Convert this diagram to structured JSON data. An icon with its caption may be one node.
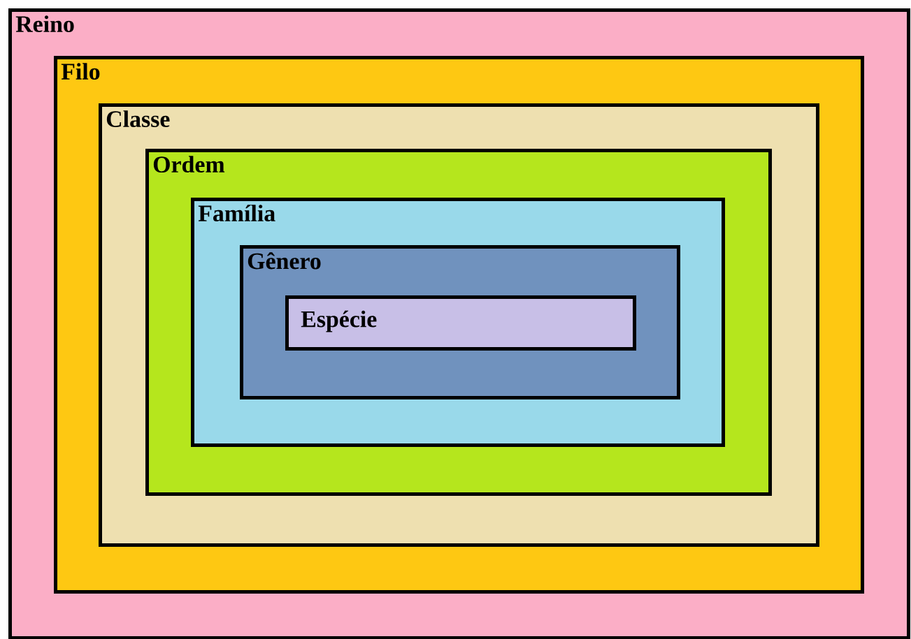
{
  "diagram": {
    "nodes": [
      {
        "text": [
          "Reino"
        ]
      },
      {
        "text": [
          "Filo"
        ],
        "in": 0
      },
      {
        "text": [
          "Classe"
        ],
        "in": 1
      },
      {
        "text": [
          "Ordem"
        ],
        "in": 2
      },
      {
        "text": [
          "Família"
        ],
        "in": 3
      },
      {
        "text": [
          "Gênero"
        ],
        "in": 4
      },
      {
        "text": [
          "Espécie"
        ],
        "in": 5
      }
    ]
  }
}
